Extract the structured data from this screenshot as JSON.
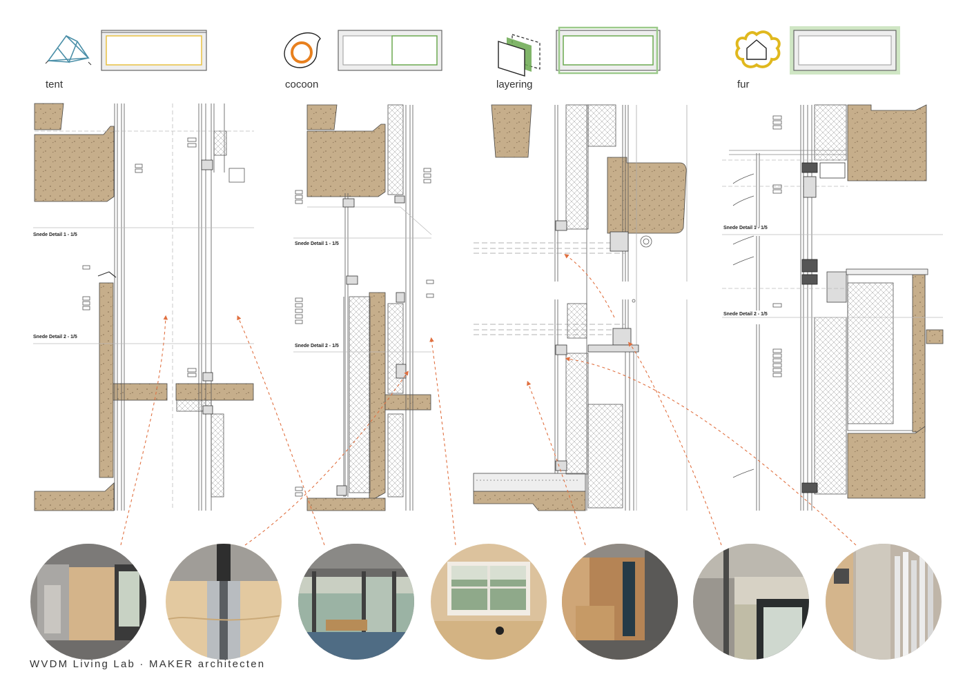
{
  "concepts": [
    {
      "label": "tent"
    },
    {
      "label": "cocoon"
    },
    {
      "label": "layering"
    },
    {
      "label": "fur"
    }
  ],
  "section_labels": {
    "tent_1": "Snede Detail 1 - 1/5",
    "tent_2": "Snede Detail 2 - 1/5",
    "cocoon_1": "Snede Detail 1 - 1/5",
    "cocoon_2": "Snede Detail 2 - 1/5",
    "fur_1": "Snede Detail 1 - 1/5",
    "fur_2": "Snede Detail 2 - 1/5"
  },
  "footer": {
    "project": "WVDM Living Lab",
    "separator": "·",
    "office": "MAKER architecten"
  },
  "colors": {
    "concrete": "#c4ad8a",
    "concrete_dark": "#5a4a36",
    "tent_accent": "#4a8fa8",
    "cocoon_accent": "#e8801e",
    "layering_accent": "#6aa84f",
    "fur_accent": "#e0b81e",
    "leader_arrow": "#e07040",
    "line": "#555555"
  },
  "photos": [
    {
      "name": "tent-room-photo"
    },
    {
      "name": "plywood-joint-photo"
    },
    {
      "name": "glazed-facade-photo"
    },
    {
      "name": "window-niche-photo"
    },
    {
      "name": "corridor-photo"
    },
    {
      "name": "window-reveal-photo"
    },
    {
      "name": "panel-stack-photo"
    }
  ]
}
